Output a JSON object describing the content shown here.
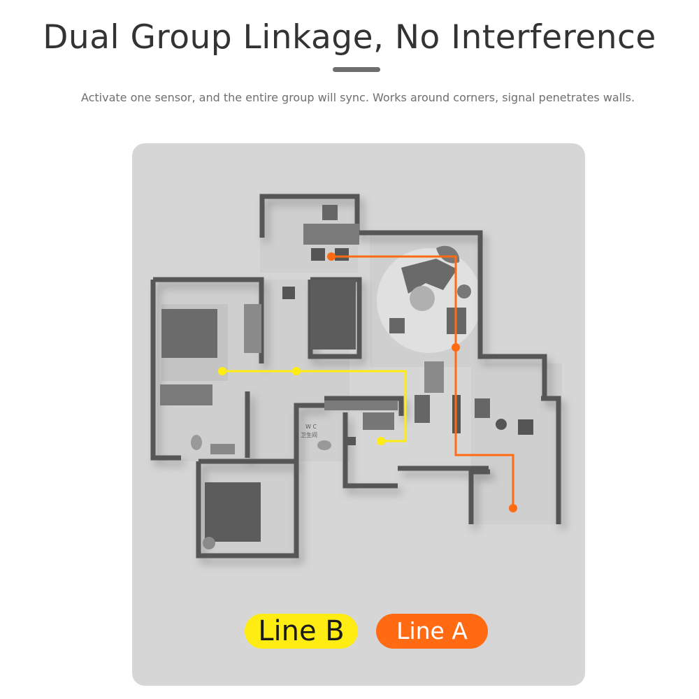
{
  "header": {
    "title": "Dual Group Linkage, No Interference",
    "subtitle": "Activate one sensor, and the entire group will sync. Works around corners, signal penetrates walls."
  },
  "floorplan": {
    "room_label_code": "W C",
    "room_label_text": "卫生间"
  },
  "legend": {
    "line_b": {
      "label": "Line B",
      "color": "#ffec13"
    },
    "line_a": {
      "label": "Line A",
      "color": "#ff6a13"
    }
  },
  "colors": {
    "card_bg": "#d6d6d6",
    "wall": "#555555",
    "furniture": "#6b6b6b"
  }
}
